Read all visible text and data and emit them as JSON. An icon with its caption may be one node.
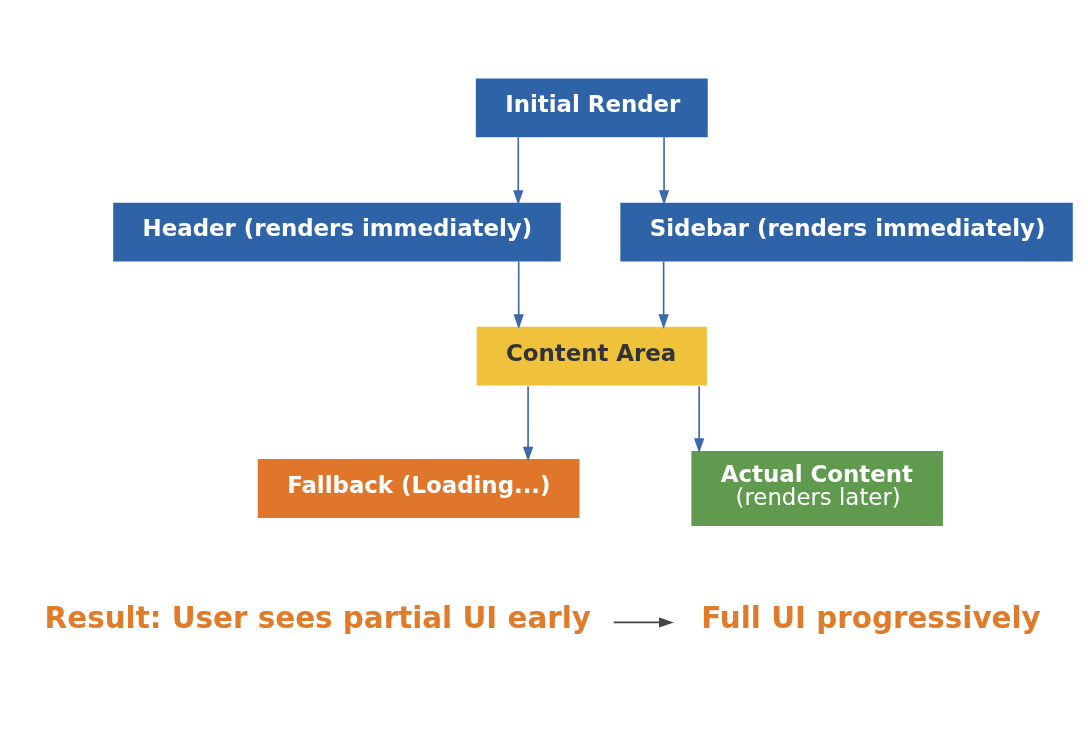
{
  "diagram": {
    "nodes": [
      {
        "text": [
          "Initial Render"
        ]
      },
      {
        "text": [
          "Header (renders immediately)"
        ]
      },
      {
        "text": [
          "Sidebar (renders immediately)"
        ]
      },
      {
        "text": [
          "Content Area"
        ]
      },
      {
        "text": [
          "Fallback (Loading...)"
        ]
      },
      {
        "text": [
          "Actual Content",
          "(renders later)"
        ]
      },
      {
        "text": [
          "Result: User sees partial UI early"
        ]
      },
      {
        "text": [
          "Full UI progressively"
        ]
      }
    ],
    "edges": [
      {
        "from": 0,
        "to": 1,
        "arrow": "to"
      },
      {
        "from": 0,
        "to": 2,
        "arrow": "to"
      },
      {
        "from": 1,
        "to": 3,
        "arrow": "to"
      },
      {
        "from": 2,
        "to": 3,
        "arrow": "to"
      },
      {
        "from": 3,
        "to": 4,
        "arrow": "to"
      },
      {
        "from": 3,
        "to": 5,
        "arrow": "to"
      },
      {
        "from": 6,
        "to": 7,
        "arrow": "to",
        "color": "#444444"
      }
    ]
  }
}
